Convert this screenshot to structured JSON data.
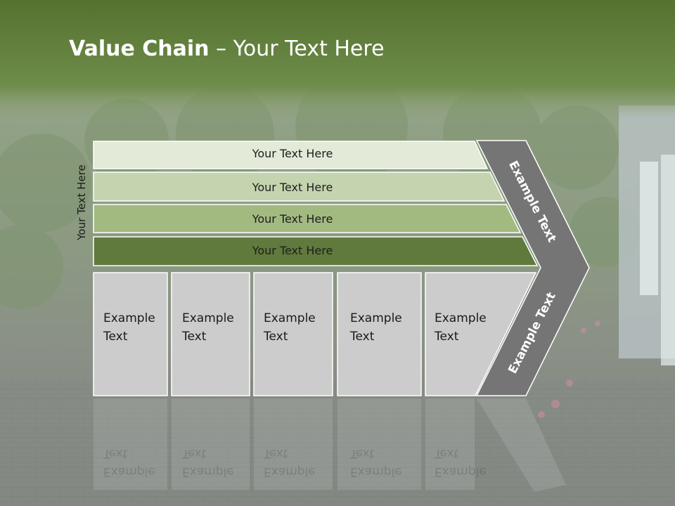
{
  "slide": {
    "title_bold": "Value Chain",
    "title_rest": " – Your Text Here",
    "side_label": "Your Text Here"
  },
  "bars": [
    {
      "label": "Your Text Here",
      "fill": "#e3ead8"
    },
    {
      "label": "Your Text Here",
      "fill": "#c4d4ae"
    },
    {
      "label": "Your Text Here",
      "fill": "#a2ba80"
    },
    {
      "label": "Your Text Here",
      "fill": "#5f7a3c"
    }
  ],
  "boxes": [
    {
      "line1": "Example",
      "line2": "Text"
    },
    {
      "line1": "Example",
      "line2": "Text"
    },
    {
      "line1": "Example",
      "line2": "Text"
    },
    {
      "line1": "Example",
      "line2": "Text"
    },
    {
      "line1": "Example",
      "line2": "Text"
    }
  ],
  "chevron": {
    "upper_label": "Example Text",
    "lower_label": "Example Text",
    "fill": "#757575"
  },
  "colors": {
    "header_green": "#5e7d3a",
    "box_fill": "#cccccc"
  }
}
